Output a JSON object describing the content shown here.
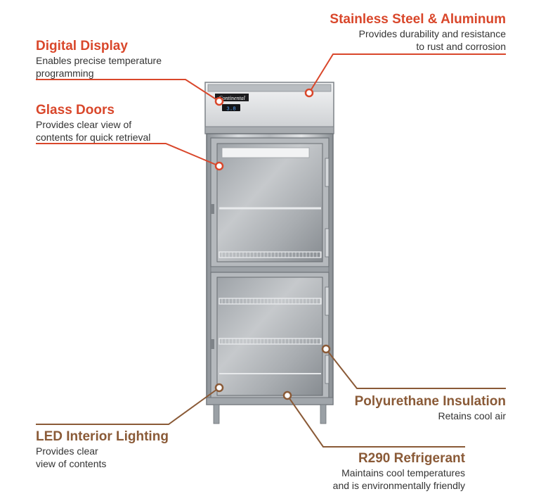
{
  "colors": {
    "accent_red": "#d9472b",
    "accent_brown": "#8a5a37",
    "text": "#333333"
  },
  "brand_logo_text": "Continental",
  "display_readout": "3.8",
  "callouts": {
    "stainless": {
      "title": "Stainless Steel & Aluminum",
      "line1": "Provides durability and resistance",
      "line2": "to rust and corrosion"
    },
    "digital": {
      "title": "Digital Display",
      "line1": "Enables precise temperature",
      "line2": "programming"
    },
    "glass": {
      "title": "Glass Doors",
      "line1": "Provides clear view of",
      "line2": "contents for quick retrieval"
    },
    "poly": {
      "title": "Polyurethane Insulation",
      "line1": "Retains cool air"
    },
    "led": {
      "title": "LED Interior Lighting",
      "line1": "Provides clear",
      "line2": "view of contents"
    },
    "r290": {
      "title": "R290 Refrigerant",
      "line1": "Maintains cool temperatures",
      "line2": "and is environmentally friendly"
    }
  }
}
